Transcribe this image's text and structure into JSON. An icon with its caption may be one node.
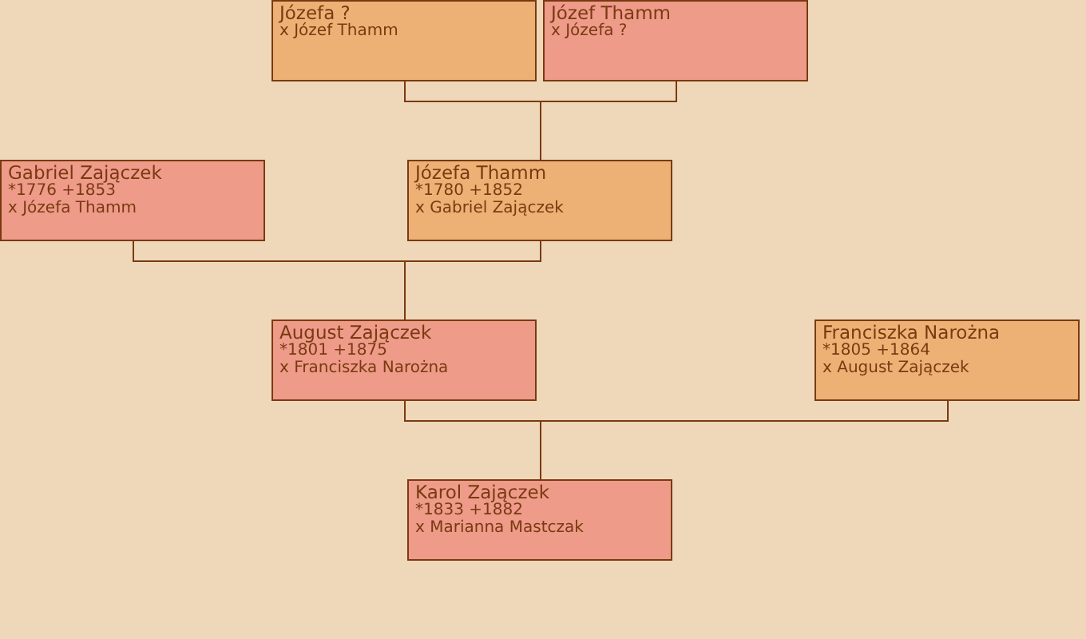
{
  "diagram": {
    "nodes": [
      {
        "text": [
          "Józefa ?",
          "x Józef Thamm"
        ]
      },
      {
        "text": [
          "Józef Thamm",
          "x Józefa ?"
        ]
      },
      {
        "text": [
          "Gabriel Zajączek",
          "*1776 +1853",
          "x Józefa Thamm"
        ]
      },
      {
        "text": [
          "Józefa Thamm",
          "*1780 +1852",
          "x Gabriel Zajączek"
        ]
      },
      {
        "text": [
          "August Zajączek",
          "*1801 +1875",
          "x Franciszka Narożna"
        ]
      },
      {
        "text": [
          "Franciszka Narożna",
          "*1805 +1864",
          "x August Zajączek"
        ]
      },
      {
        "text": [
          "Karol Zajączek",
          "*1833 +1882",
          "x Marianna Mastczak"
        ]
      }
    ],
    "edges": [
      {
        "from": 0,
        "to": 3,
        "arrow": "none"
      },
      {
        "from": 1,
        "to": 3,
        "arrow": "none"
      },
      {
        "from": 2,
        "to": 4,
        "arrow": "none"
      },
      {
        "from": 3,
        "to": 4,
        "arrow": "none"
      },
      {
        "from": 4,
        "to": 6,
        "arrow": "none"
      },
      {
        "from": 5,
        "to": 6,
        "arrow": "none"
      }
    ]
  }
}
